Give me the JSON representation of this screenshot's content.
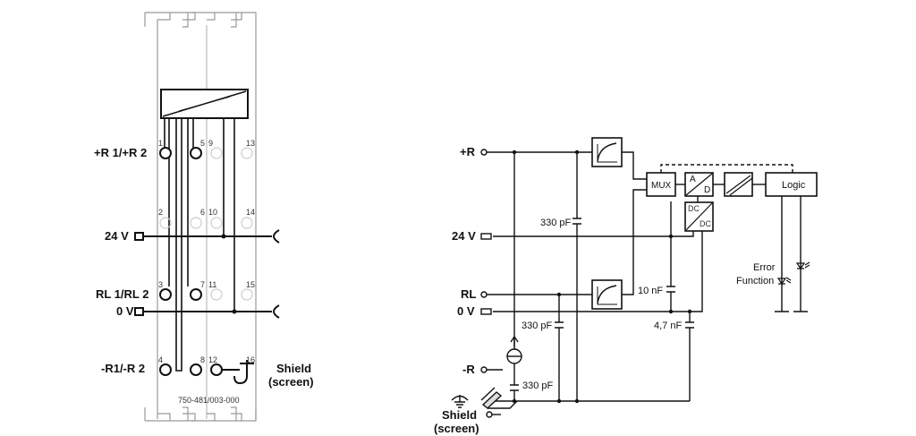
{
  "left": {
    "labels": {
      "r1r2": "+R 1/+R 2",
      "v24": "24 V",
      "rl": "RL 1/RL 2",
      "v0": "0 V",
      "neg": "-R1/-R 2",
      "shield": "Shield",
      "screen": "(screen)",
      "part": "750-481/003-000"
    },
    "terminals": [
      "1",
      "2",
      "3",
      "4",
      "5",
      "6",
      "7",
      "8",
      "9",
      "10",
      "11",
      "12",
      "13",
      "14",
      "15",
      "16"
    ]
  },
  "right": {
    "labels": {
      "r": "+R",
      "v24": "24 V",
      "rl": "RL",
      "v0": "0 V",
      "neg": "-R",
      "shield": "Shield",
      "screen": "(screen)"
    },
    "caps": {
      "c1": "330 pF",
      "c2": "330 pF",
      "c3": "330 pF",
      "c4": "10 nF",
      "c5": "4,7 nF"
    },
    "blocks": {
      "mux": "MUX",
      "a": "A",
      "d": "D",
      "dc1": "DC",
      "dc2": "DC",
      "logic": "Logic"
    },
    "indicators": {
      "error": "Error",
      "function": "Function"
    }
  }
}
